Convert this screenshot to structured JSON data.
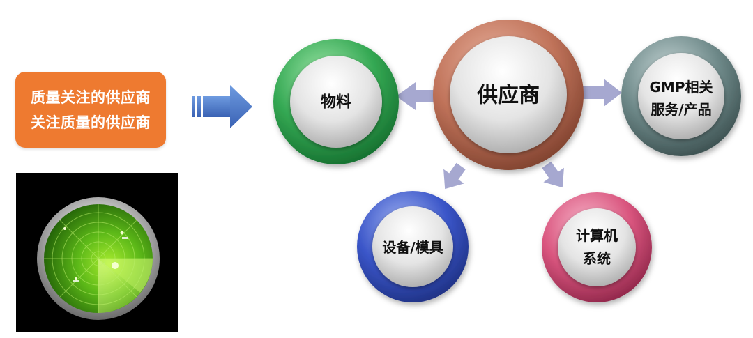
{
  "callout": {
    "line1": "质量关注的供应商",
    "line2": "关注质量的供应商"
  },
  "center_node": {
    "label": "供应商",
    "ring_color": "#c0735a"
  },
  "nodes": {
    "material": {
      "label": "物料",
      "ring_color": "#34a853"
    },
    "gmp": {
      "line1": "GMP相关",
      "line2": "服务/产品",
      "ring_color": "#6f8a8a"
    },
    "equipment": {
      "label": "设备/模具",
      "ring_color": "#3a55c8"
    },
    "computer": {
      "line1": "计算机",
      "line2": "系统",
      "ring_color": "#d9557e"
    }
  },
  "colors": {
    "callout_bg": "#ee7a30",
    "arrow_blue": "#4a78c8",
    "arrow_lavender": "#a6a8d0",
    "radar_green": "#7ed320"
  },
  "icons": {
    "radar": "radar-icon",
    "right_arrow": "right-arrow-icon"
  }
}
